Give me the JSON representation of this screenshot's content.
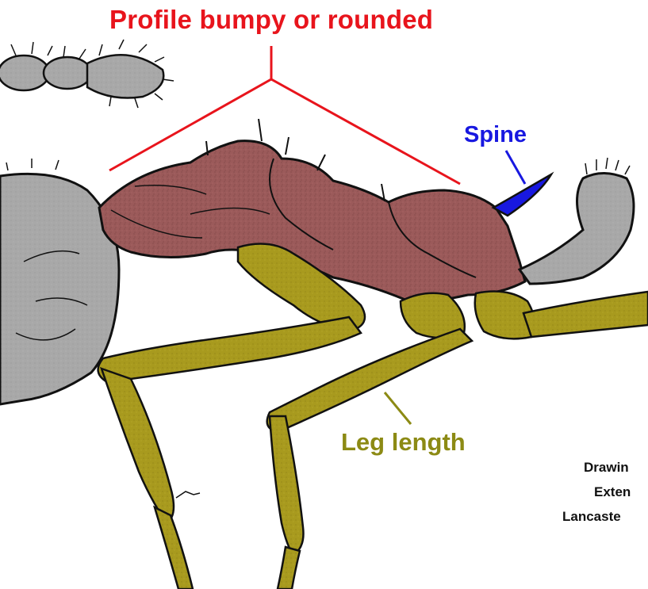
{
  "labels": {
    "profile": "Profile bumpy or rounded",
    "spine": "Spine",
    "leg_length": "Leg length"
  },
  "credit": {
    "line1": "Drawin",
    "line2": "Exten",
    "line3": "Lancaste"
  },
  "colors": {
    "profile_label": "#e8141c",
    "spine_label": "#1818e0",
    "leg_label": "#8c8a14",
    "thorax_fill": "#9b5a5a",
    "leg_fill": "#a89a1e",
    "body_grey": "#a8a8a8",
    "outline": "#111111"
  }
}
